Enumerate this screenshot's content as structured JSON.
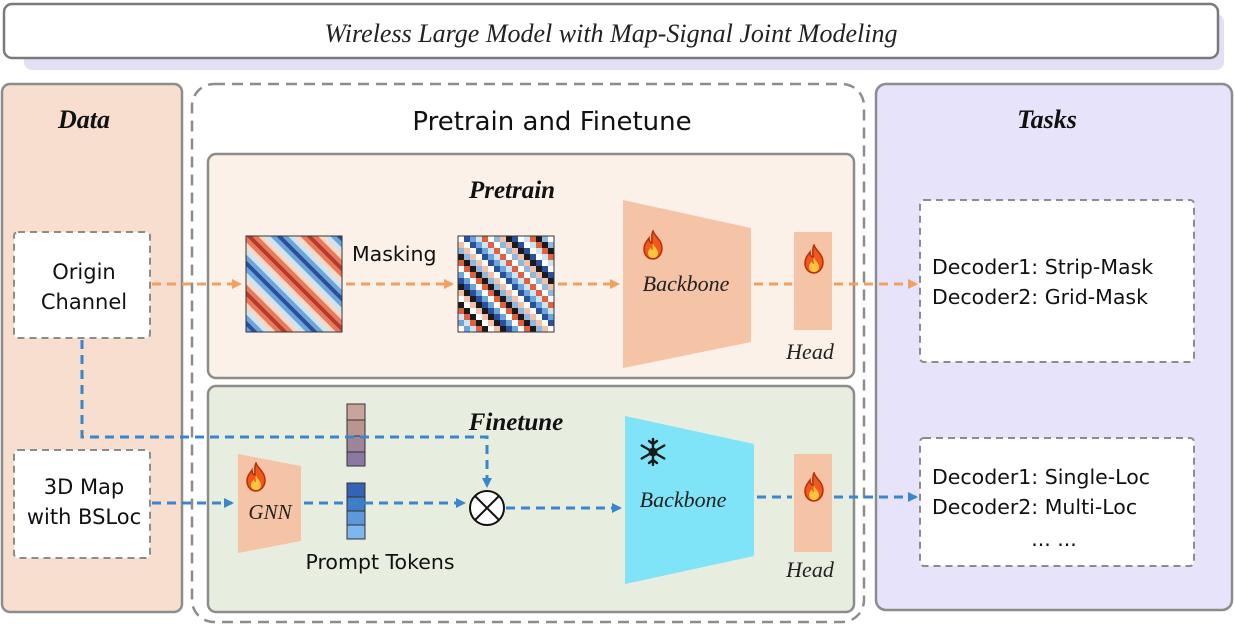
{
  "title": "Wireless Large Model with Map-Signal Joint Modeling",
  "data_panel": {
    "heading": "Data",
    "origin_channel": [
      "Origin",
      "Channel"
    ],
    "map_input": [
      "3D Map",
      "with BSLoc"
    ]
  },
  "center_panel": {
    "heading": "Pretrain and Finetune",
    "pretrain": {
      "heading": "Pretrain",
      "masking_label": "Masking",
      "backbone_label": "Backbone",
      "head_label": "Head"
    },
    "finetune": {
      "heading": "Finetune",
      "gnn_label": "GNN",
      "prompt_tokens_label": "Prompt Tokens",
      "backbone_label": "Backbone",
      "head_label": "Head"
    }
  },
  "tasks_panel": {
    "heading": "Tasks",
    "pretrain_decoders": [
      "Decoder1: Strip-Mask",
      "Decoder2: Grid-Mask"
    ],
    "finetune_decoders": [
      "Decoder1: Single-Loc",
      "Decoder2: Multi-Loc",
      "... ..."
    ]
  },
  "colors": {
    "data_bg": "#f7decf",
    "tasks_bg": "#e6e3fa",
    "pretrain_bg": "#fcf1e8",
    "finetune_bg": "#e8eedf",
    "block_orange": "#f5c4a6",
    "backbone_frozen": "#80e4f9",
    "arrow_orange": "#f0a060",
    "arrow_blue": "#3a86cc",
    "token_brown": [
      "#c8a49a",
      "#b99590",
      "#9f8399",
      "#8a7aa3"
    ],
    "token_blue": [
      "#3164b6",
      "#3f7cc8",
      "#5d98dc",
      "#7eb6ee"
    ]
  },
  "icons": {
    "flame": "flame-icon",
    "snowflake": "snowflake-icon",
    "combine": "circled-times-icon"
  }
}
